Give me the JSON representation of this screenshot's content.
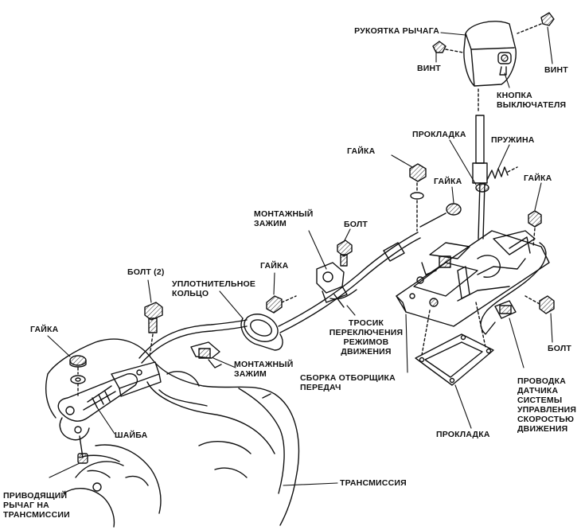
{
  "labels": {
    "lever_knob": "РУКОЯТКА РЫЧАГА",
    "screw_left": "ВИНТ",
    "screw_right": "ВИНТ",
    "switch_button": "КНОПКА\nВЫКЛЮЧАТЕЛЯ",
    "gasket_top": "ПРОКЛАДКА",
    "spring": "ПРУЖИНА",
    "nut_upper_left": "ГАЙКА",
    "nut_mid": "ГАЙКА",
    "nut_right": "ГАЙКА",
    "mount_clamp_top": "МОНТАЖНЫЙ\nЗАЖИМ",
    "bolt_top": "БОЛТ",
    "nut_cable": "ГАЙКА",
    "bolt_2": "БОЛТ (2)",
    "seal_ring": "УПЛОТНИТЕЛЬНОЕ\nКОЛЬЦО",
    "shift_cable": "ТРОСИК\nПЕРЕКЛЮЧЕНИЯ\nРЕЖИМОВ\nДВИЖЕНИЯ",
    "nut_left": "ГАЙКА",
    "mount_clamp_bottom": "МОНТАЖНЫЙ\nЗАЖИМ",
    "selector_assembly": "СБОРКА ОТБОРЩИКА\nПЕРЕДАЧ",
    "bolt_right": "БОЛТ",
    "sensor_wiring": "ПРОВОДКА\nДАТЧИКА\nСИСТЕМЫ\nУПРАВЛЕНИЯ\nСКОРОСТЬЮ\nДВИЖЕНИЯ",
    "washer": "ШАЙБА",
    "gasket_bottom": "ПРОКЛАДКА",
    "transmission": "ТРАНСМИССИЯ",
    "drive_lever": "ПРИВОДЯЩИЙ\nРЫЧАГ НА\nТРАНСМИССИИ"
  }
}
